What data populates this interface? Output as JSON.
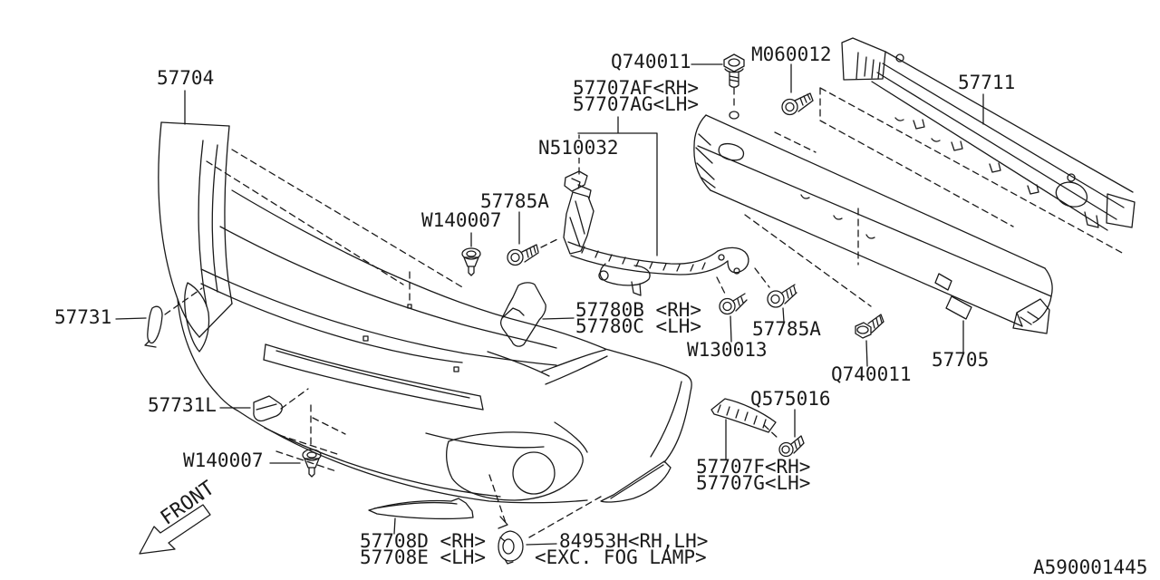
{
  "diagram": {
    "type": "exploded-parts-diagram",
    "subject": "front bumper assembly",
    "doc_number": "A590001445",
    "front_indicator": "FRONT",
    "colors": {
      "line": "#1a1a1a",
      "background": "#ffffff"
    },
    "labels": {
      "p57704": "57704",
      "q740011_top": "Q740011",
      "m060012": "M060012",
      "p57711": "57711",
      "p57707af": "57707AF<RH>",
      "p57707ag": "57707AG<LH>",
      "n510032": "N510032",
      "p57785a_left": "57785A",
      "w140007_top": "W140007",
      "p57731": "57731",
      "p57780b": "57780B <RH>",
      "p57780c": "57780C <LH>",
      "w130013": "W130013",
      "p57785a_right": "57785A",
      "q740011_mid": "Q740011",
      "p57705": "57705",
      "p57731l": "57731L",
      "w140007_bottom": "W140007",
      "q575016": "Q575016",
      "p57707f": "57707F<RH>",
      "p57707g": "57707G<LH>",
      "p57708d": "57708D <RH>",
      "p57708e": "57708E <LH>",
      "p84953h": "84953H<RH,LH>",
      "exc_fog": "<EXC. FOG LAMP>"
    }
  }
}
